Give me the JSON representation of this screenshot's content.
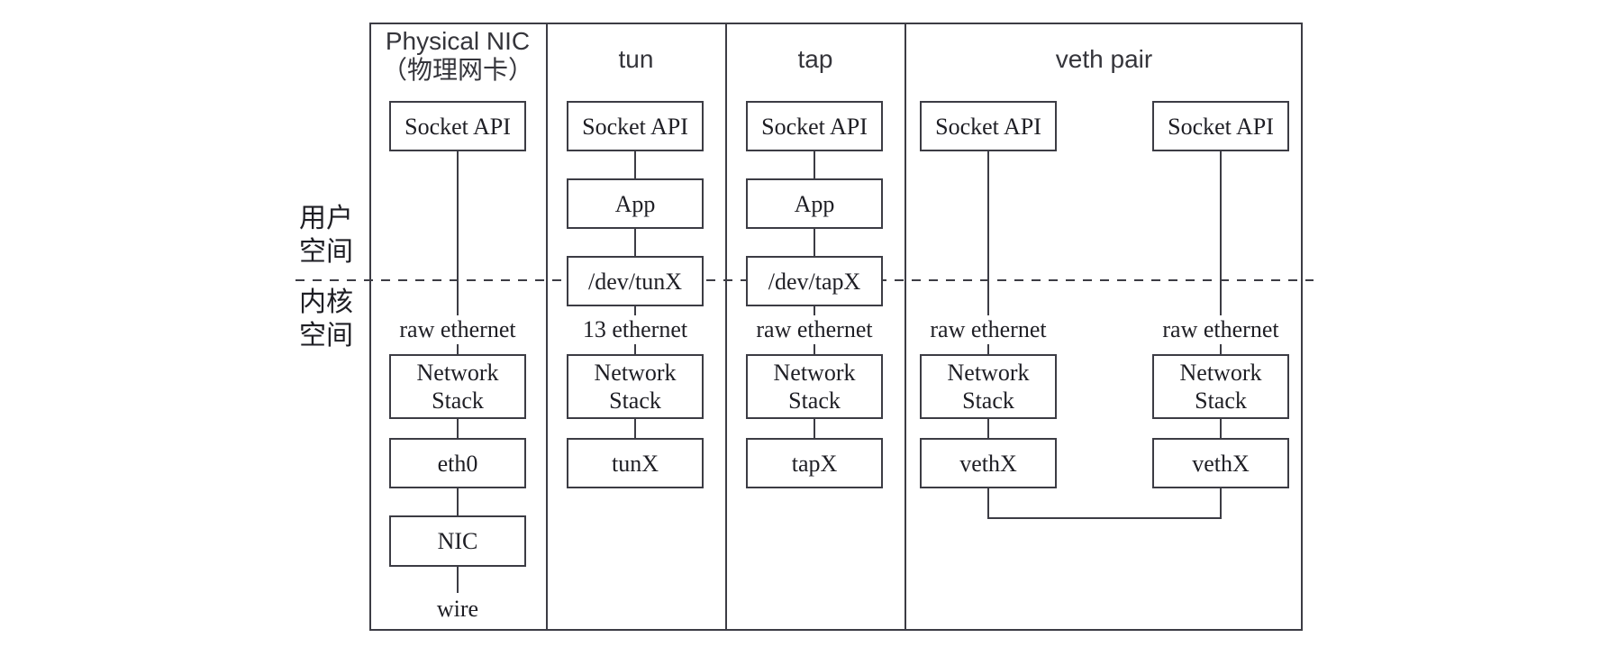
{
  "colors": {
    "line": "#3c3c44",
    "text": "#1e1e24",
    "background": "#ffffff"
  },
  "kernel_boundary": {
    "user_space_line1": "用户",
    "user_space_line2": "空间",
    "kernel_space_line1": "内核",
    "kernel_space_line2": "空间"
  },
  "columns": [
    {
      "title_line1": "Physical NIC",
      "title_line2": "（物理网卡）",
      "socket_api": "Socket API",
      "ethernet_label": "raw ethernet",
      "network_stack_line1": "Network",
      "network_stack_line2": "Stack",
      "interface_label": "eth0",
      "nic_label": "NIC",
      "wire_label": "wire"
    },
    {
      "title": "tun",
      "socket_api": "Socket API",
      "app": "App",
      "dev_file": "/dev/tunX",
      "ethernet_label": "13 ethernet",
      "network_stack_line1": "Network",
      "network_stack_line2": "Stack",
      "interface_label": "tunX"
    },
    {
      "title": "tap",
      "socket_api": "Socket API",
      "app": "App",
      "dev_file": "/dev/tapX",
      "ethernet_label": "raw ethernet",
      "network_stack_line1": "Network",
      "network_stack_line2": "Stack",
      "interface_label": "tapX"
    },
    {
      "title": "veth pair",
      "left_endpoint": {
        "socket_api": "Socket API",
        "ethernet_label": "raw ethernet",
        "network_stack_line1": "Network",
        "network_stack_line2": "Stack",
        "interface_label": "vethX"
      },
      "right_endpoint": {
        "socket_api": "Socket API",
        "ethernet_label": "raw ethernet",
        "network_stack_line1": "Network",
        "network_stack_line2": "Stack",
        "interface_label": "vethX"
      }
    }
  ]
}
